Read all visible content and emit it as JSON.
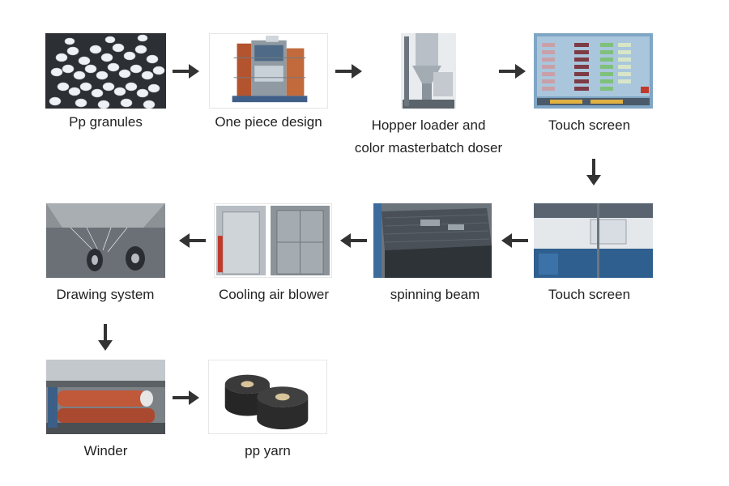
{
  "steps": [
    {
      "label": "Pp granules",
      "image": "pp-granules-photo"
    },
    {
      "label": "One piece design",
      "image": "extrusion-machine-photo"
    },
    {
      "label_line1": "Hopper loader and",
      "label_line2": "color masterbatch doser",
      "image": "hopper-loader-photo"
    },
    {
      "label": "Touch screen",
      "image": "touch-screen-panel-photo"
    },
    {
      "label": "Touch screen",
      "image": "touch-screen-cabinet-photo"
    },
    {
      "label": "spinning beam",
      "image": "spinning-beam-photo"
    },
    {
      "label": "Cooling air blower",
      "image": "cooling-air-blower-photo"
    },
    {
      "label": "Drawing system",
      "image": "drawing-system-photo"
    },
    {
      "label": "Winder",
      "image": "winder-photo"
    },
    {
      "label": "pp yarn",
      "image": "pp-yarn-bobbins-photo"
    }
  ],
  "arrow_color": "#333333"
}
